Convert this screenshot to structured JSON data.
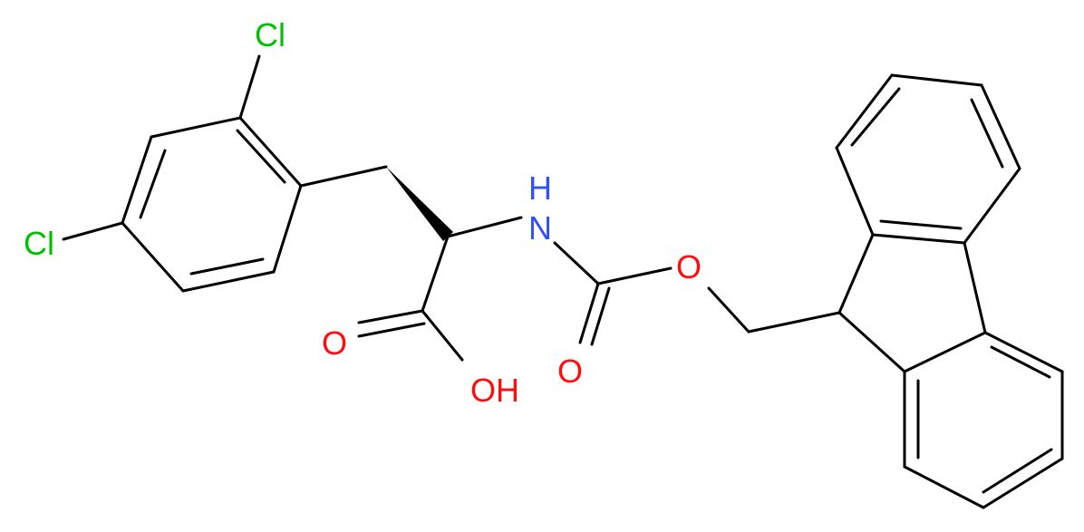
{
  "molecule": {
    "atoms": {
      "cl_top": "Cl",
      "cl_left": "Cl",
      "nh": "H",
      "n": "N",
      "o_carbonyl_left": "O",
      "oh": "OH",
      "o_ester": "O",
      "o_carbonyl_right": "O"
    },
    "colors": {
      "bond": "#000000",
      "chlorine": "#00c000",
      "nitrogen": "#3050f8",
      "oxygen": "#ff0d0d"
    }
  }
}
